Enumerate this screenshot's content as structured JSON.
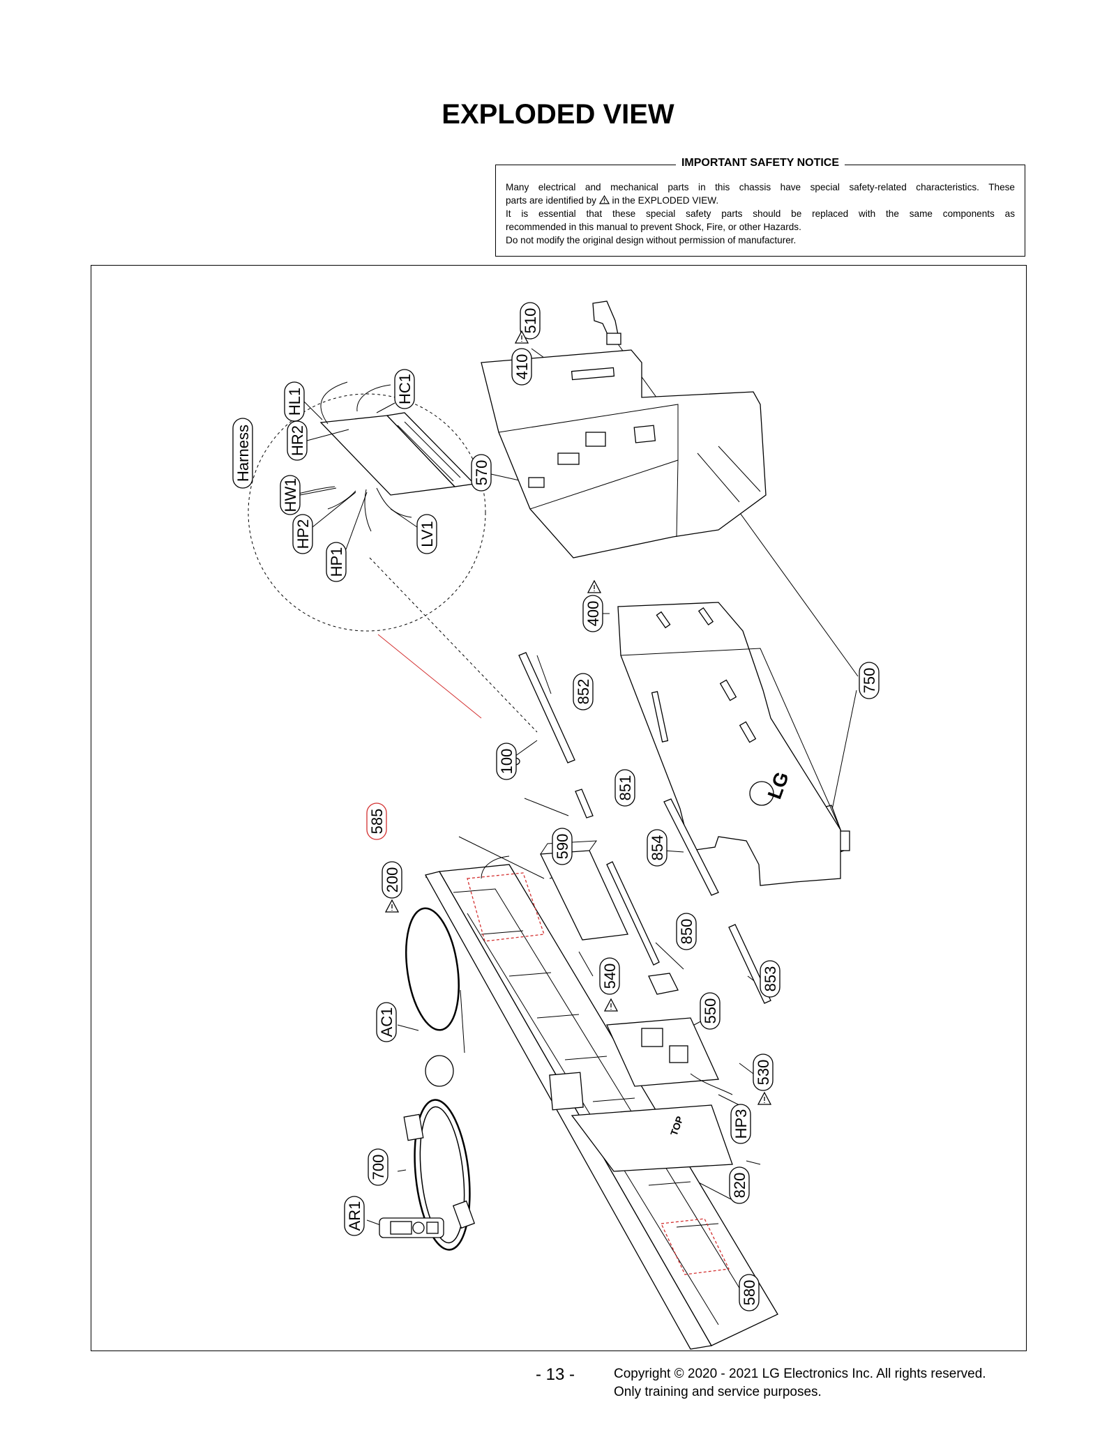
{
  "page": {
    "title": "EXPLODED VIEW",
    "page_number": "- 13 -",
    "copyright_line1": "Copyright © 2020 - 2021 LG Electronics Inc. All rights reserved.",
    "copyright_line2": "Only training and service purposes."
  },
  "notice": {
    "heading": "IMPORTANT SAFETY NOTICE",
    "line1": "Many electrical and mechanical parts in this chassis have special safety-related characteristics. These",
    "line2a": "parts are identified by",
    "line2b": "in the EXPLODED VIEW.",
    "line3": "It is essential that these special safety parts should be replaced with the same components as",
    "line4": "recommended in this manual to prevent Shock, Fire, or other Hazards.",
    "line5": "Do not modify the original design without permission of manufacturer."
  },
  "callouts": {
    "p510": "510",
    "p410": "410",
    "p570": "570",
    "p400": "400",
    "p750": "750",
    "p852": "852",
    "p100": "100",
    "p851": "851",
    "p854": "854",
    "p585": "585",
    "p200": "200",
    "p590": "590",
    "p850": "850",
    "p540": "540",
    "p853": "853",
    "p550": "550",
    "p530": "530",
    "pAC1": "AC1",
    "pHP3": "HP3",
    "p700": "700",
    "p820": "820",
    "pAR1": "AR1",
    "p580": "580",
    "hHL1": "HL1",
    "hHC1": "HC1",
    "hHR2": "HR2",
    "hHW1": "HW1",
    "hHP2": "HP2",
    "hHP1": "HP1",
    "hLV1": "LV1",
    "harness": "Harness"
  },
  "logo": {
    "text": "LG"
  }
}
